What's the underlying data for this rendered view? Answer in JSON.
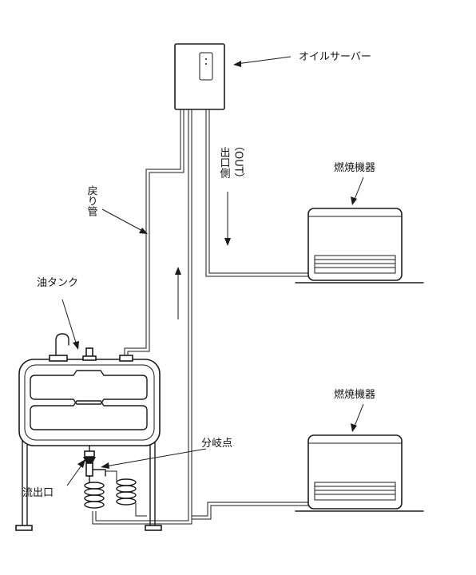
{
  "labels": {
    "oil_server": "オイルサーバー",
    "outlet_side": "出口側",
    "outlet_side_paren": "（OUT）",
    "burner_upper": "燃焼機器",
    "burner_lower": "燃焼機器",
    "return_pipe": "戻り管",
    "oil_tank": "油タンク",
    "branch_point": "分岐点",
    "outflow_port": "流出口"
  },
  "colors": {
    "line": "#1a1a1a",
    "background": "#ffffff"
  }
}
